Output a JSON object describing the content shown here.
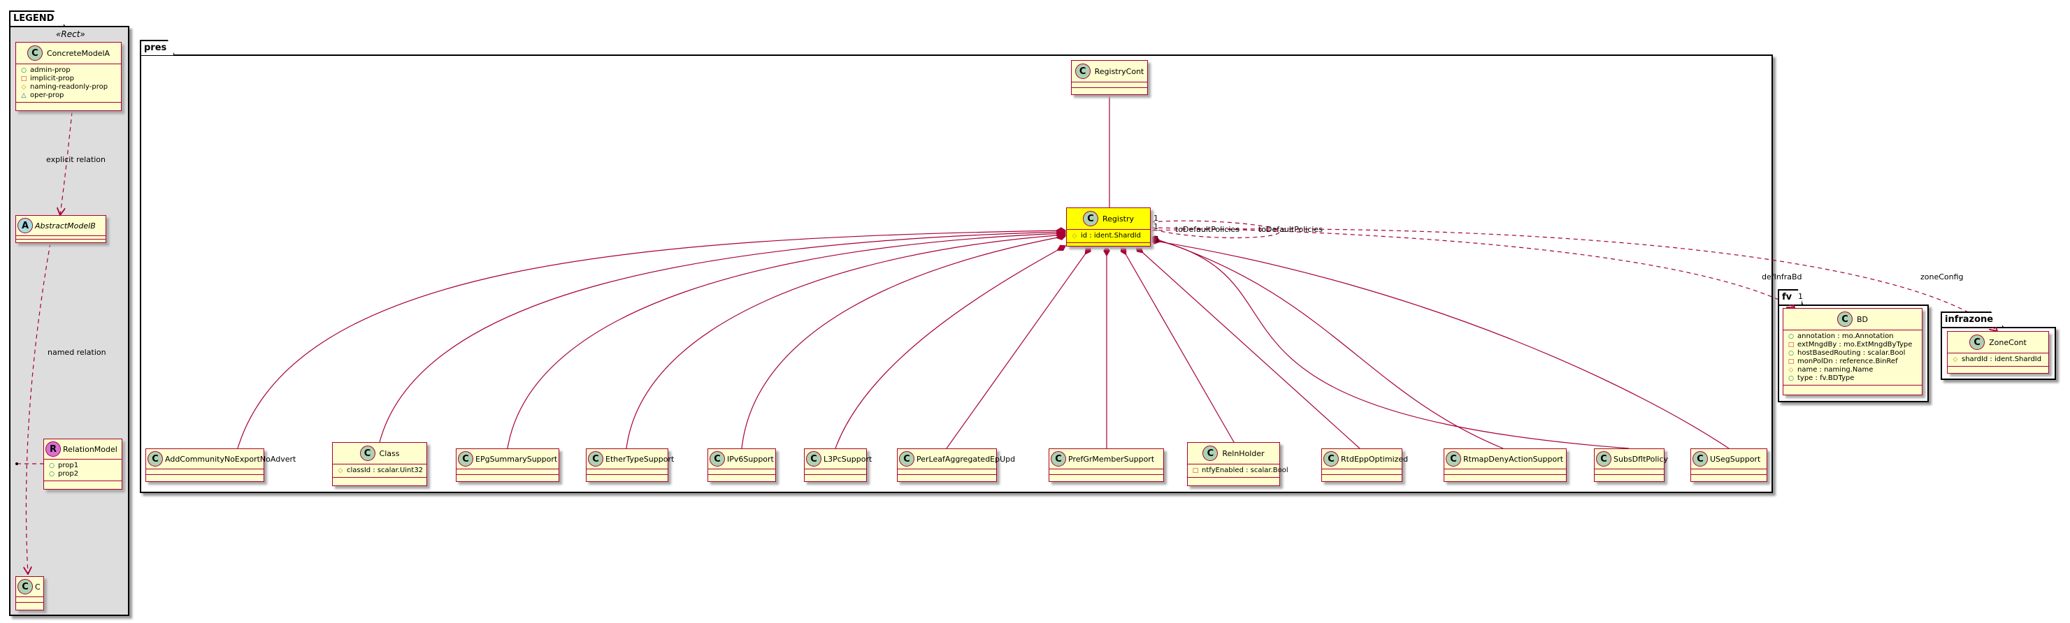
{
  "legend": {
    "title": "LEGEND",
    "stereotype": "«Rect»",
    "concrete": {
      "name": "ConcreteModelA",
      "attrs": [
        {
          "vis": "pub",
          "text": "admin-prop"
        },
        {
          "vis": "priv",
          "text": "implicit-prop"
        },
        {
          "vis": "prot",
          "text": "naming-readonly-prop"
        },
        {
          "vis": "pkg",
          "text": "oper-prop"
        }
      ]
    },
    "abstract": {
      "name": "AbstractModelB"
    },
    "relation": {
      "name": "RelationModel",
      "attrs": [
        {
          "vis": "pub",
          "text": "prop1"
        },
        {
          "vis": "pub",
          "text": "prop2"
        }
      ]
    },
    "c": {
      "name": "C"
    },
    "explicit_label": "explicit relation",
    "named_label": "named relation"
  },
  "icons": {
    "pub": "○",
    "priv": "□",
    "prot": "◇",
    "pkg": "△"
  },
  "pres": {
    "title": "pres",
    "registry_cont": "RegistryCont",
    "registry": {
      "name": "Registry",
      "attr": "id : ident.ShardId"
    },
    "children": [
      {
        "name": "AddCommunityNoExportNoAdvert"
      },
      {
        "name": "Class",
        "attr": "classId : scalar.Uint32"
      },
      {
        "name": "EPgSummarySupport"
      },
      {
        "name": "EtherTypeSupport"
      },
      {
        "name": "IPv6Support"
      },
      {
        "name": "L3PcSupport"
      },
      {
        "name": "PerLeafAggregatedEpUpd"
      },
      {
        "name": "PrefGrMemberSupport"
      },
      {
        "name": "RelnHolder",
        "attr": "ntfyEnabled : scalar.Bool"
      },
      {
        "name": "RtdEppOptimized"
      },
      {
        "name": "RtmapDenyActionSupport"
      },
      {
        "name": "SubsDfltPolicy"
      },
      {
        "name": "USegSupport"
      }
    ]
  },
  "fv": {
    "title": "fv",
    "bd": {
      "name": "BD",
      "attrs": [
        {
          "vis": "pub",
          "text": "annotation : mo.Annotation"
        },
        {
          "vis": "priv",
          "text": "extMngdBy : mo.ExtMngdByType"
        },
        {
          "vis": "pub",
          "text": "hostBasedRouting : scalar.Bool"
        },
        {
          "vis": "priv",
          "text": "monPolDn : reference.BinRef"
        },
        {
          "vis": "prot",
          "text": "name : naming.Name"
        },
        {
          "vis": "pub",
          "text": "type : fv.BDType"
        }
      ]
    }
  },
  "infrazone": {
    "title": "infrazone",
    "zonecont": {
      "name": "ZoneCont",
      "attr": "shardId : ident.ShardId"
    }
  },
  "edges": {
    "to_default_1": "toDefaultPolicies",
    "to_default_2": "toDefaultPolicies",
    "def_infra_bd": "defInfraBd",
    "zone_config": "zoneConfig",
    "mult": "1"
  },
  "colors": {
    "class_bg": "#fefece",
    "border": "#a80036",
    "registry_bg": "#ffff00",
    "legend_bg": "#dddddd"
  }
}
